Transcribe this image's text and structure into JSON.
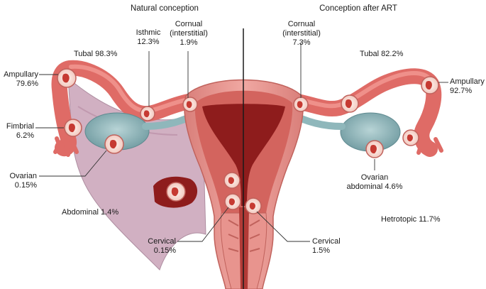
{
  "header": {
    "left": "Natural conception",
    "right": "Conception after ART"
  },
  "labels": {
    "tubal_left": {
      "name": "Tubal 98.3%"
    },
    "isthmic": {
      "name": "Isthmic",
      "value": "12.3%"
    },
    "cornual_left": {
      "name": "Cornual",
      "sub": "(interstitial)",
      "value": "1.9%"
    },
    "cornual_right": {
      "name": "Cornual",
      "sub": "(interstitial)",
      "value": "7.3%"
    },
    "tubal_right": {
      "name": "Tubal 82.2%"
    },
    "ampullary_left": {
      "name": "Ampullary",
      "value": "79.6%"
    },
    "ampullary_right": {
      "name": "Ampullary",
      "value": "92.7%"
    },
    "fimbrial": {
      "name": "Fimbrial",
      "value": "6.2%"
    },
    "ovarian_left": {
      "name": "Ovarian",
      "value": "0.15%"
    },
    "ovarian_right": {
      "name": "Ovarian",
      "value": "abdominal 4.6%"
    },
    "abdominal": {
      "name": "Abdominal 1.4%"
    },
    "heterotopic": {
      "name": "Hetrotopic 11.7%"
    },
    "cervical_left": {
      "name": "Cervical",
      "value": "0.15%"
    },
    "cervical_right": {
      "name": "Cervical",
      "value": "1.5%"
    }
  },
  "colors": {
    "uterus_outer": "#e8948e",
    "uterus_inner": "#c9403a",
    "cavity": "#8e1c1c",
    "tube": "#e06a66",
    "ovary": "#8fb7bb",
    "peritoneum": "#c9a2b6",
    "embryo_sac": "#ffffff",
    "embryo": "#c63a32",
    "leader": "#333333"
  }
}
